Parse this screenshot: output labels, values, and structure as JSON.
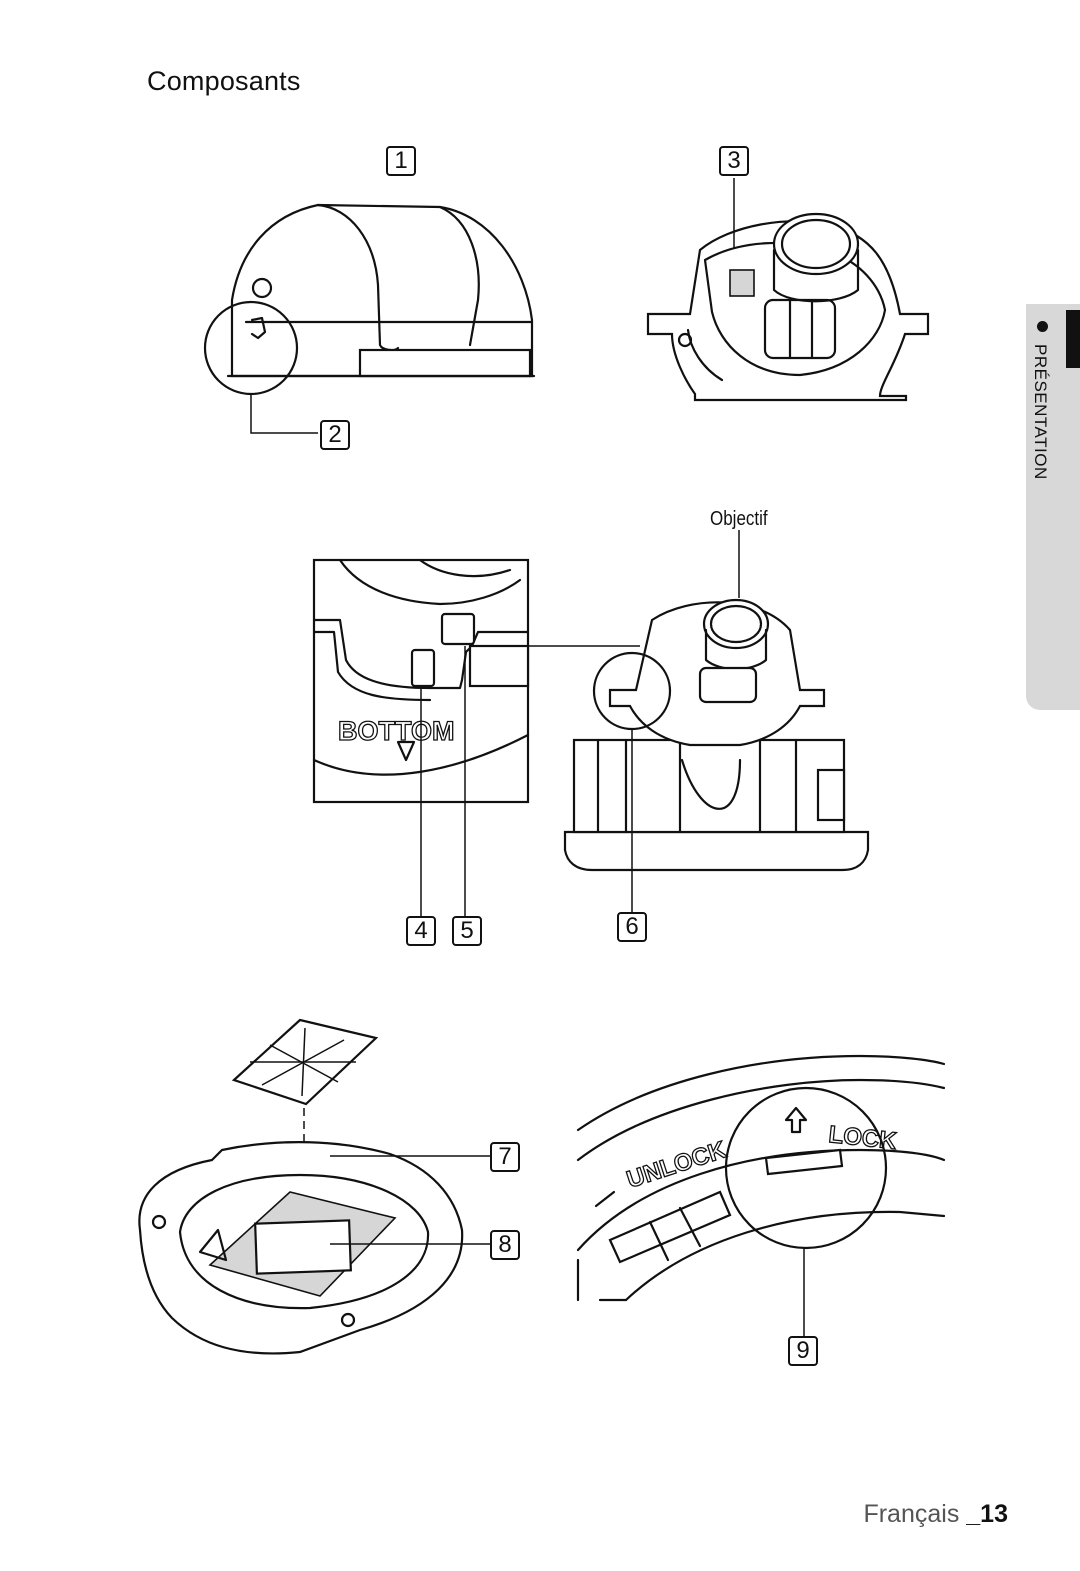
{
  "page": {
    "title": "Composants",
    "lens_label": "Objectif",
    "side_tab": "PRÉSENTATION",
    "footer": {
      "language": "Français",
      "page_number": "_13"
    }
  },
  "callouts": [
    "1",
    "2",
    "3",
    "4",
    "5",
    "6",
    "7",
    "8",
    "9"
  ],
  "embossed_text": {
    "bottom": "BOTTOM",
    "unlock": "UNLOCK",
    "lock": "LOCK"
  }
}
